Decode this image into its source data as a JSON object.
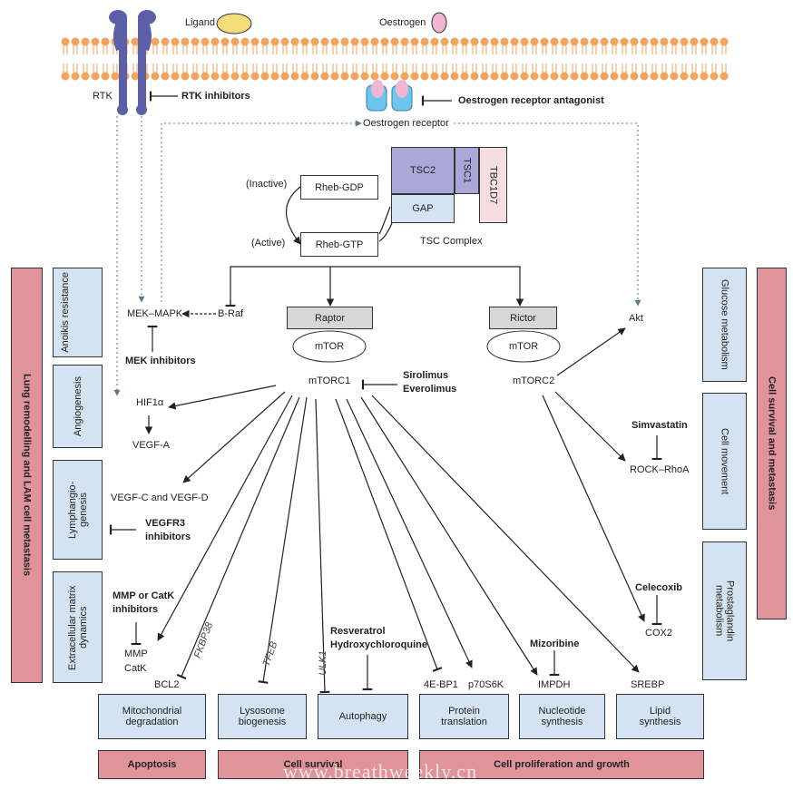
{
  "membrane": {
    "ligand_label": "Ligand",
    "oestrogen_label": "Oestrogen",
    "rtk_label": "RTK",
    "rtk_inhibitors": "RTK inhibitors",
    "receptor_antagonist": "Oestrogen receptor antagonist",
    "oestrogen_receptor": "Oestrogen receptor"
  },
  "tsc": {
    "tsc2": "TSC2",
    "tsc1": "TSC1",
    "tbc1d7": "TBC1D7",
    "gap": "GAP",
    "complex_label": "TSC Complex",
    "rheb_gdp": "Rheb-GDP",
    "rheb_gtp": "Rheb-GTP",
    "inactive": "(Inactive)",
    "active": "(Active)"
  },
  "mtorc1": {
    "raptor": "Raptor",
    "mtor": "mTOR",
    "label": "mTORC1"
  },
  "mtorc2": {
    "rictor": "Rictor",
    "mtor": "mTOR",
    "label": "mTORC2"
  },
  "drugs": {
    "sirolimus": "Sirolimus",
    "everolimus": "Everolimus",
    "mek_inhibitors": "MEK inhibitors",
    "vegfr3_line1": "VEGFR3",
    "vegfr3_line2": "inhibitors",
    "mmp_line1": "MMP or CatK",
    "mmp_line2": "inhibitors",
    "simvastatin": "Simvastatin",
    "celecoxib": "Celecoxib",
    "mizoribine": "Mizoribine",
    "resveratrol": "Resveratrol",
    "hcq": "Hydroxychloroquine"
  },
  "molecules": {
    "mek_mapk": "MEK–MAPK",
    "braf": "B-Raf",
    "hif1a": "HIF1α",
    "vegf_a": "VEGF-A",
    "vegf_cd": "VEGF-C and VEGF-D",
    "mmp": "MMP",
    "catk": "CatK",
    "bcl2": "BCL2",
    "fkbp38": "FKBP38",
    "tfeb": "TFEB",
    "ulk1": "ULK1",
    "ebp1": "4E-BP1",
    "p70s6k": "p70S6K",
    "impdh": "IMPDH",
    "srebp": "SREBP",
    "akt": "Akt",
    "rock": "ROCK–RhoA",
    "cox2": "COX2"
  },
  "left_panels": [
    "Anoikis resistance",
    "Angiogenesis",
    "Lymphangio-genesis",
    "Extracellular matrix dynamics"
  ],
  "left_banner": "Lung remodelling and LAM cell metastasis",
  "right_panels": [
    "Glucose metabolism",
    "Cell movement",
    "Prostaglandin metabolism"
  ],
  "right_banner": "Cell survival and metastasis",
  "outcomes": [
    "Mitochondrial degradation",
    "Lysosome biogenesis",
    "Autophagy",
    "Protein translation",
    "Nucleotide synthesis",
    "Lipid synthesis"
  ],
  "outcome_groups": [
    "Apoptosis",
    "Cell survival",
    "Cell proliferation and growth"
  ],
  "watermark": "www.breathweekly.cn",
  "colors": {
    "membrane": "#f2a35c",
    "rtk": "#5b5fa8",
    "ligand": "#f5dc7a",
    "oestrogen": "#f0b6d4",
    "receptor": "#6ec6ee",
    "tsc_purple": "#a9a9d9",
    "tsc_blue": "#d4e3f1",
    "tbc_pink": "#f7dede",
    "banner_pink": "#e0949a",
    "panel_blue": "#d4e3f1"
  }
}
